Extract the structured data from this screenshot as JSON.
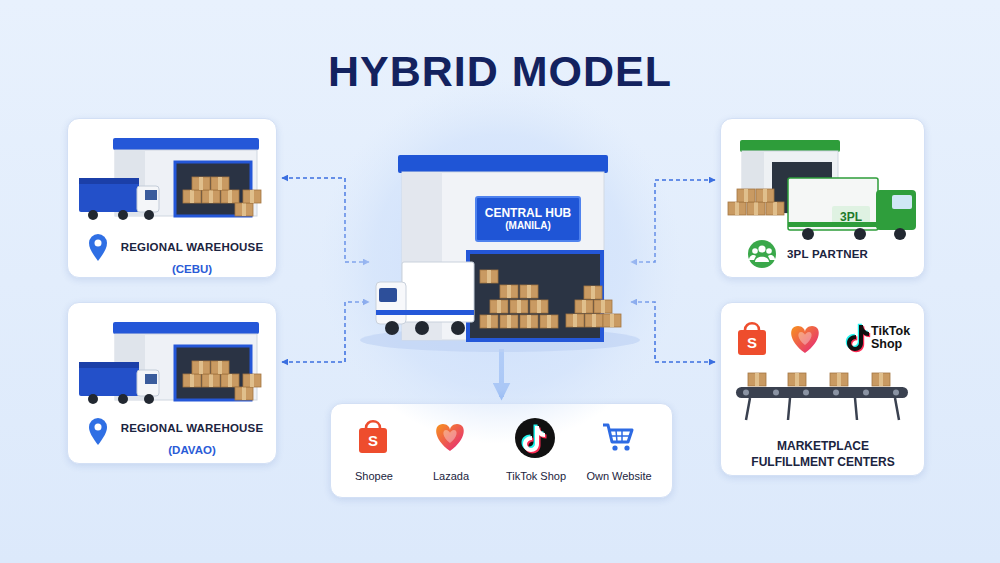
{
  "diagram": {
    "title": "HYBRID MODEL",
    "nodes": [
      {
        "text": [
          "REGIONAL WAREHOUSE",
          "(CEBU)"
        ]
      },
      {
        "text": [
          "CENTRAL HUB",
          "(MANILA)"
        ]
      },
      {
        "text": [
          "3PL PARTNER"
        ]
      },
      {
        "text": [
          "REGIONAL WAREHOUSE",
          "(DAVAO)"
        ]
      },
      {
        "text": [
          "Shopee",
          "Lazada",
          "TikTok Shop",
          "Own Website"
        ]
      },
      {
        "text": [
          "TikTok Shop",
          "MARKETPLACE FULFILLMENT CENTERS"
        ]
      }
    ],
    "edges": [
      {
        "from": 0,
        "to": 1,
        "arrow": "both"
      },
      {
        "from": 2,
        "to": 1,
        "arrow": "both"
      },
      {
        "from": 3,
        "to": 1,
        "arrow": "both"
      },
      {
        "from": 1,
        "to": 4,
        "arrow": "to"
      },
      {
        "from": 5,
        "to": 1,
        "arrow": "both"
      }
    ],
    "labels": [
      "3PL",
      "S",
      "S"
    ]
  }
}
